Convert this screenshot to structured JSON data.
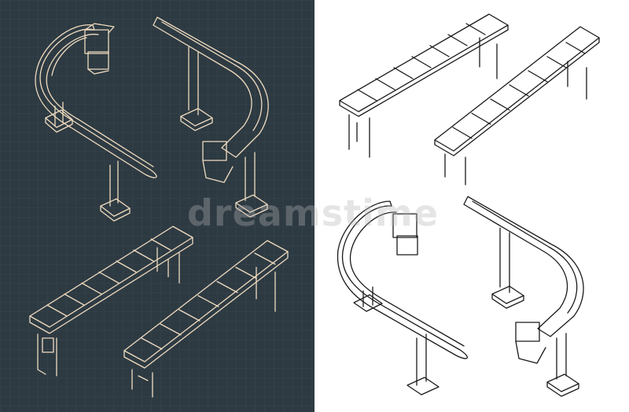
{
  "watermark": {
    "text": "dreamstime"
  },
  "colors": {
    "dark_background": "#2d3a42",
    "dark_grid": "#3a4852",
    "beige_stroke": "#f1dcc0",
    "light_background": "#ffffff",
    "light_stroke": "#1a1a1a"
  },
  "illustrations": [
    {
      "name": "curved-conveyor-dark",
      "style": "beige-on-dark"
    },
    {
      "name": "curved-conveyor-dark-2",
      "style": "beige-on-dark"
    },
    {
      "name": "straight-conveyor-dark-1",
      "style": "beige-on-dark"
    },
    {
      "name": "straight-conveyor-dark-2",
      "style": "beige-on-dark"
    },
    {
      "name": "straight-conveyor-light-1",
      "style": "black-on-white"
    },
    {
      "name": "straight-conveyor-light-2",
      "style": "black-on-white"
    },
    {
      "name": "curved-conveyor-light-1",
      "style": "black-on-white"
    },
    {
      "name": "curved-conveyor-light-2",
      "style": "black-on-white"
    }
  ]
}
